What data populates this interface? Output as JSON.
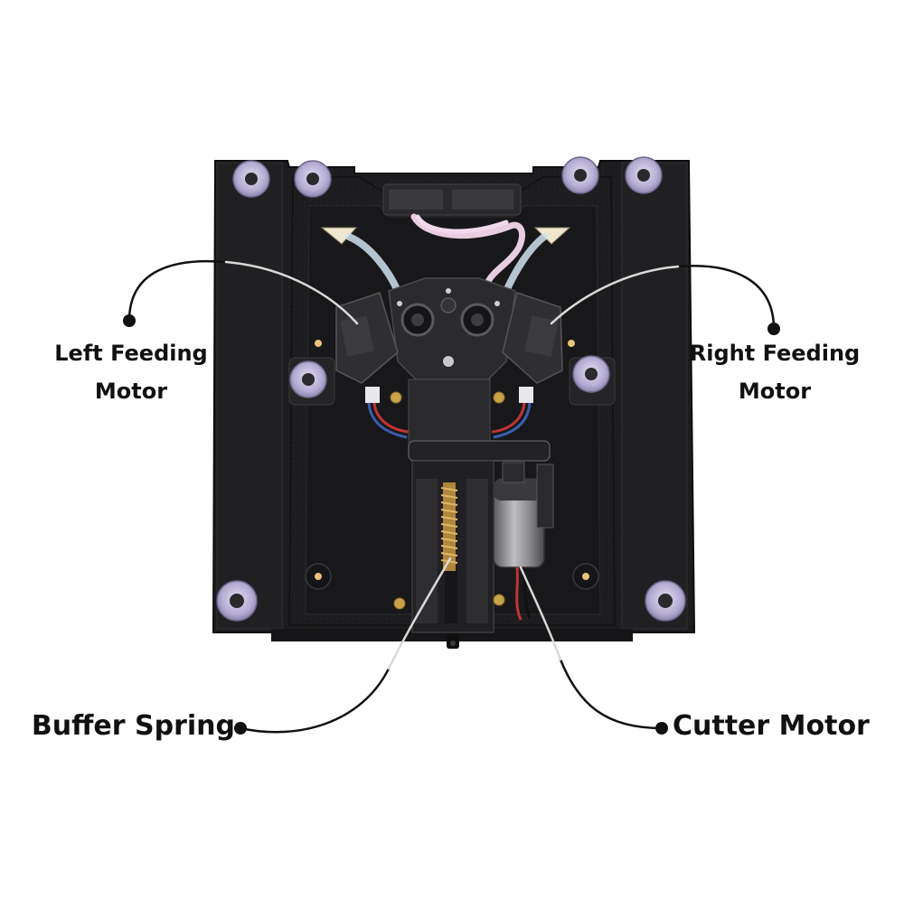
{
  "callouts": {
    "left_feeding_motor": {
      "line1": "Left Feeding",
      "line2": "Motor"
    },
    "right_feeding_motor": {
      "line1": "Right Feeding",
      "line2": "Motor"
    },
    "buffer_spring": {
      "label": "Buffer Spring"
    },
    "cutter_motor": {
      "label": "Cutter Motor"
    }
  },
  "colors": {
    "background": "#ffffff",
    "housing": "#1b1b1d",
    "housing_edge": "#2e2e31",
    "foot_pad": "#b9b2d6",
    "leader_line_light": "#d9d9d9",
    "leader_line_dark": "#111111"
  }
}
